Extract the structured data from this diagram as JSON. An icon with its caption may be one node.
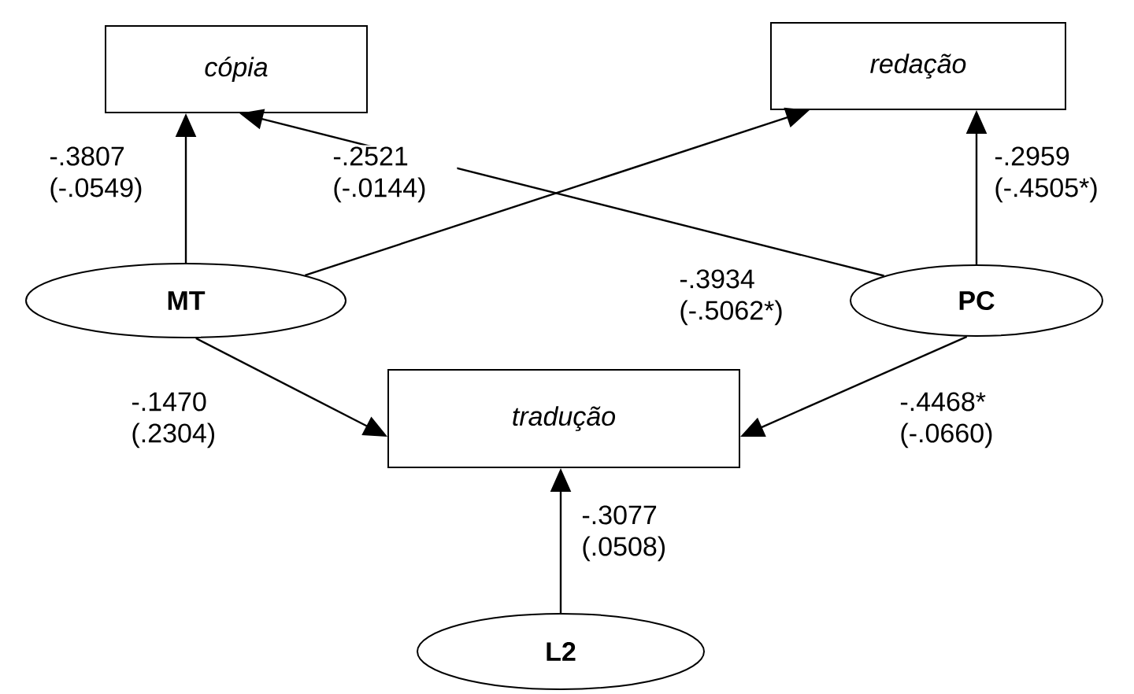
{
  "diagram": {
    "nodes": [
      {
        "text": [
          "cópia"
        ]
      },
      {
        "text": [
          "redação"
        ]
      },
      {
        "text": [
          "MT"
        ]
      },
      {
        "text": [
          "PC"
        ]
      },
      {
        "text": [
          "tradução"
        ]
      },
      {
        "text": [
          "L2"
        ]
      }
    ],
    "edges": [
      {
        "from": 2,
        "to": 0,
        "arrow": "to",
        "label": "-.3807 (-.0549)"
      },
      {
        "from": 2,
        "to": 1,
        "arrow": "to",
        "label": "-.2521 (-.0144)"
      },
      {
        "from": 3,
        "to": 0,
        "arrow": "to",
        "label": "-.3934 (-.5062*)"
      },
      {
        "from": 3,
        "to": 1,
        "arrow": "to",
        "label": "-.2959 (-.4505*)"
      },
      {
        "from": 2,
        "to": 4,
        "arrow": "to",
        "label": "-.1470 (.2304)"
      },
      {
        "from": 3,
        "to": 4,
        "arrow": "to",
        "label": "-.4468* (-.0660)"
      },
      {
        "from": 5,
        "to": 4,
        "arrow": "to",
        "label": "-.3077 (.0508)"
      }
    ]
  }
}
